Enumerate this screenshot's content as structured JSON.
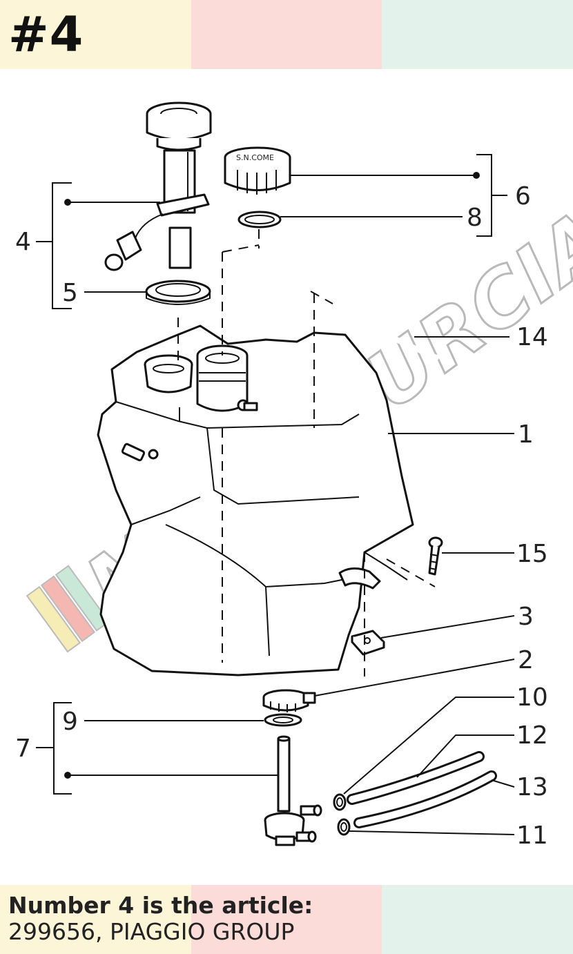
{
  "header": {
    "number_label": "#4"
  },
  "diagram": {
    "callouts": [
      "1",
      "2",
      "3",
      "4",
      "5",
      "6",
      "7",
      "8",
      "9",
      "10",
      "11",
      "12",
      "13",
      "14",
      "15"
    ],
    "cap_print": "S.N.COME"
  },
  "watermark": {
    "text": "MOTOMURCIA"
  },
  "footer": {
    "line1": "Number 4 is the article:",
    "line2": "299656, PIAGGIO GROUP"
  },
  "colors": {
    "band_yellow": "#fdf5d8",
    "band_pink": "#fbdcd9",
    "band_green": "#e3f3ec"
  }
}
